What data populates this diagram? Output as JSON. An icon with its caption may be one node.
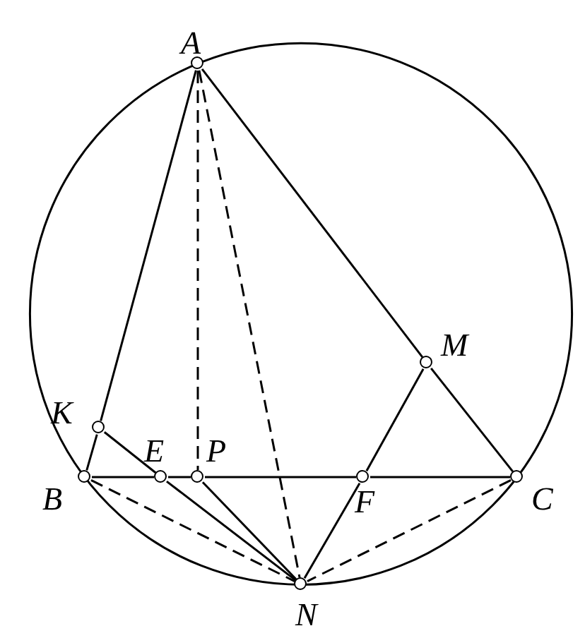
{
  "diagram": {
    "nodes": [
      {
        "text": [
          "A"
        ]
      },
      {
        "text": [
          "M"
        ]
      },
      {
        "text": [
          "K"
        ]
      },
      {
        "text": [
          "B"
        ]
      },
      {
        "text": [
          "E"
        ]
      },
      {
        "text": [
          "P"
        ]
      },
      {
        "text": [
          "F"
        ]
      },
      {
        "text": [
          "C"
        ]
      },
      {
        "text": [
          "N"
        ]
      }
    ],
    "edges": [
      {
        "from": 0,
        "to": 2,
        "arrow": "none"
      },
      {
        "from": 2,
        "to": 3,
        "arrow": "none"
      },
      {
        "from": 0,
        "to": 1,
        "arrow": "none"
      },
      {
        "from": 1,
        "to": 7,
        "arrow": "none"
      },
      {
        "from": 3,
        "to": 4,
        "arrow": "none"
      },
      {
        "from": 4,
        "to": 5,
        "arrow": "none"
      },
      {
        "from": 5,
        "to": 6,
        "arrow": "none"
      },
      {
        "from": 6,
        "to": 7,
        "arrow": "none"
      },
      {
        "from": 2,
        "to": 4,
        "arrow": "none"
      },
      {
        "from": 4,
        "to": 8,
        "arrow": "none"
      },
      {
        "from": 5,
        "to": 8,
        "arrow": "none"
      },
      {
        "from": 1,
        "to": 6,
        "arrow": "none"
      },
      {
        "from": 6,
        "to": 8,
        "arrow": "none"
      },
      {
        "from": 0,
        "to": 5,
        "arrow": "none",
        "style": "dashed"
      },
      {
        "from": 0,
        "to": 8,
        "arrow": "none",
        "style": "dashed"
      },
      {
        "from": 3,
        "to": 8,
        "arrow": "none",
        "style": "dashed"
      },
      {
        "from": 7,
        "to": 8,
        "arrow": "none",
        "style": "dashed"
      }
    ]
  }
}
